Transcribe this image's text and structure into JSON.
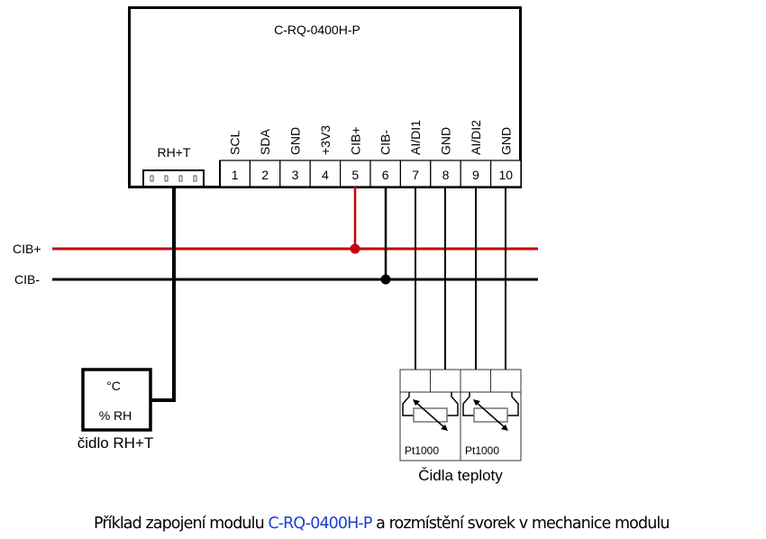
{
  "module": {
    "title": "C-RQ-0400H-P",
    "connector_label": "RH+T",
    "terminals": [
      {
        "number": "1",
        "signal": "SCL"
      },
      {
        "number": "2",
        "signal": "SDA"
      },
      {
        "number": "3",
        "signal": "GND"
      },
      {
        "number": "4",
        "signal": "+3V3"
      },
      {
        "number": "5",
        "signal": "CIB+"
      },
      {
        "number": "6",
        "signal": "CIB-"
      },
      {
        "number": "7",
        "signal": "AI/DI1"
      },
      {
        "number": "8",
        "signal": "GND"
      },
      {
        "number": "9",
        "signal": "AI/DI2"
      },
      {
        "number": "10",
        "signal": "GND"
      }
    ]
  },
  "bus": {
    "plus_label": "CIB+",
    "minus_label": "CIB-",
    "plus_color": "#c8000a",
    "minus_color": "#000000"
  },
  "rh_sensor": {
    "unit_temp": "°C",
    "unit_rh": "% RH",
    "label": "čidlo RH+T"
  },
  "temp_sensors": {
    "label": "Čidla teploty",
    "items": [
      {
        "type": "Pt1000",
        "terminals": [
          "7",
          "8"
        ]
      },
      {
        "type": "Pt1000",
        "terminals": [
          "9",
          "10"
        ]
      }
    ]
  },
  "caption": {
    "prefix": "Příklad zapojení modulu ",
    "highlight": "C-RQ-0400H-P",
    "suffix": " a rozmístění svorek v mechanice modulu",
    "highlight_color": "#1a3fd6"
  }
}
